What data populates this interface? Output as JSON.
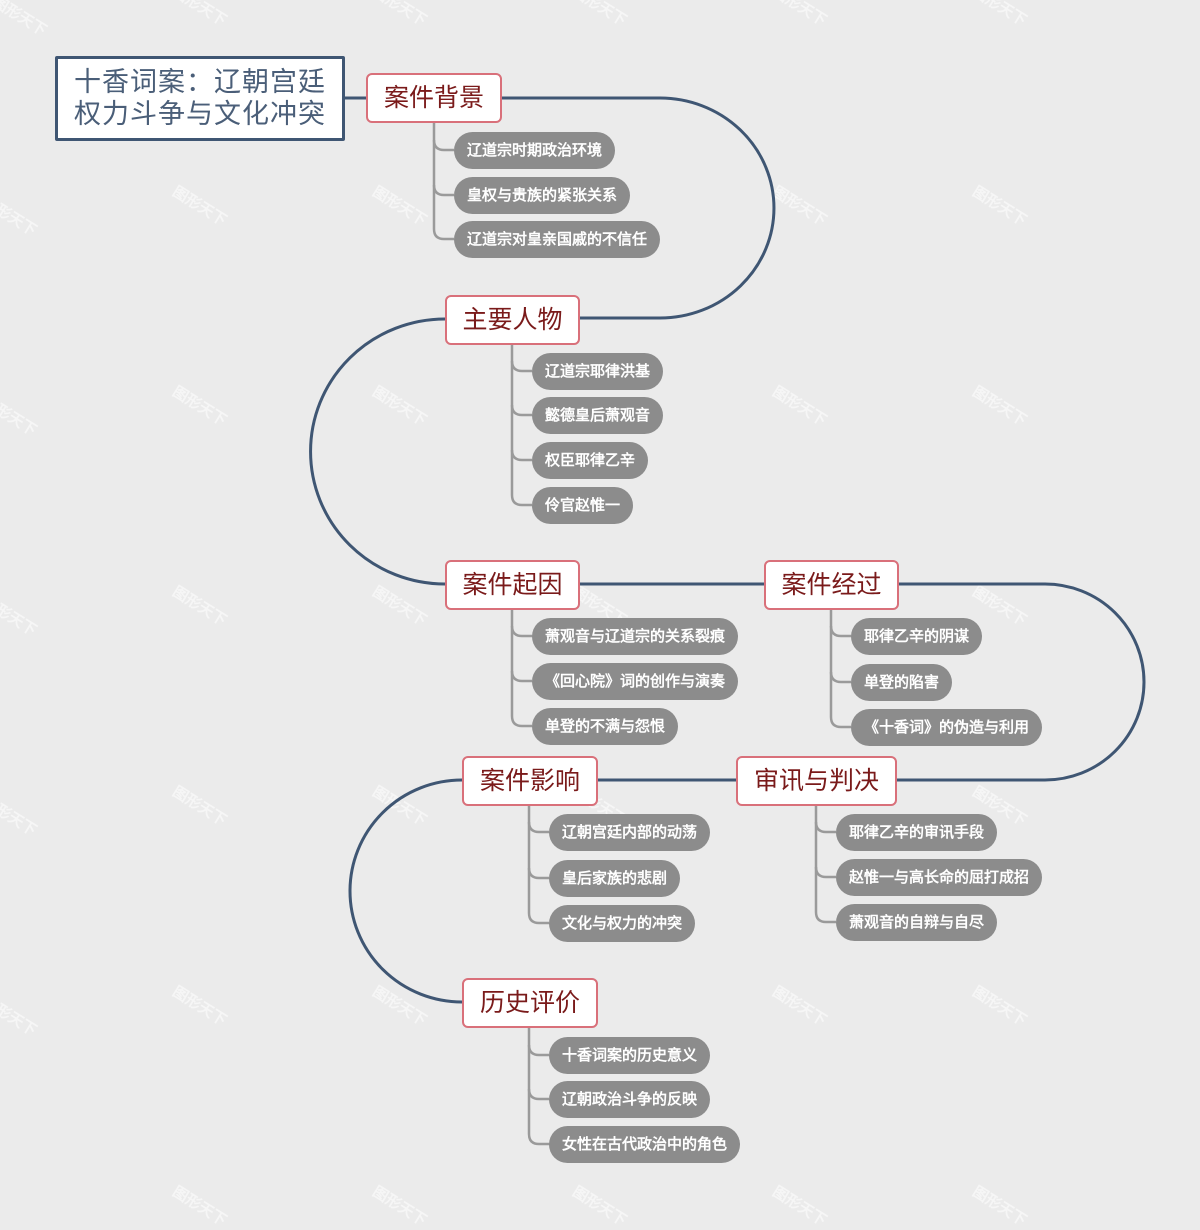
{
  "root": {
    "line1": "十香词案：辽朝宫廷",
    "line2": "权力斗争与文化冲突"
  },
  "topics": [
    {
      "label": "案件背景",
      "children": [
        "辽道宗时期政治环境",
        "皇权与贵族的紧张关系",
        "辽道宗对皇亲国戚的不信任"
      ]
    },
    {
      "label": "主要人物",
      "children": [
        "辽道宗耶律洪基",
        "懿德皇后萧观音",
        "权臣耶律乙辛",
        "伶官赵惟一"
      ]
    },
    {
      "label": "案件起因",
      "children": [
        "萧观音与辽道宗的关系裂痕",
        "《回心院》词的创作与演奏",
        "单登的不满与怨恨"
      ]
    },
    {
      "label": "案件经过",
      "children": [
        "耶律乙辛的阴谋",
        "单登的陷害",
        "《十香词》的伪造与利用"
      ]
    },
    {
      "label": "审讯与判决",
      "children": [
        "耶律乙辛的审讯手段",
        "赵惟一与高长命的屈打成招",
        "萧观音的自辩与自尽"
      ]
    },
    {
      "label": "案件影响",
      "children": [
        "辽朝宫廷内部的动荡",
        "皇后家族的悲剧",
        "文化与权力的冲突"
      ]
    },
    {
      "label": "历史评价",
      "children": [
        "十香词案的历史意义",
        "辽朝政治斗争的反映",
        "女性在古代政治中的角色"
      ]
    }
  ],
  "watermark": "图形天下",
  "colors": {
    "background": "#ebebeb",
    "main_line": "#3f5673",
    "branch_line": "#9a9a9a",
    "topic_border": "#d9707a",
    "topic_text": "#7a1a1a",
    "pill_bg": "#8c8c8c",
    "pill_text": "#ffffff"
  }
}
